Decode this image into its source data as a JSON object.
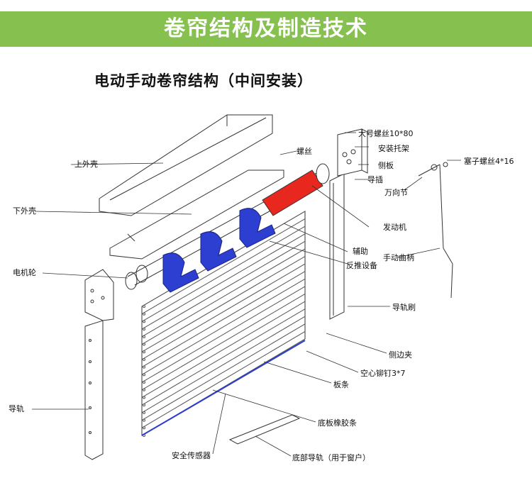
{
  "header": {
    "title": "卷帘结构及制造技术",
    "banner_color": "#86c14f"
  },
  "diagram": {
    "subtitle": "电动手动卷帘结构（中间安装）",
    "accent_motor_color": "#e8271e",
    "accent_bracket_color": "#2d3fd1",
    "labels": {
      "upper_shell": "上外壳",
      "lower_shell": "下外壳",
      "motor_wheel": "电机轮",
      "guide_rail_left": "导轨",
      "screw": "螺丝",
      "large_screw": "大号螺丝10*80",
      "mount_bracket": "安装托架",
      "side_plate": "侧板",
      "guide_insert": "导插",
      "universal_joint": "万向节",
      "plug_screw": "塞子螺丝4*16",
      "motor": "发动机",
      "auxiliary": "辅助",
      "hand_crank": "手动曲柄",
      "anti_push": "反推设备",
      "rail_brush": "导轨刷",
      "side_clip": "侧边夹",
      "hollow_rivet": "空心铆钉3*7",
      "slat": "板条",
      "bottom_rubber": "底板橡胶条",
      "safety_sensor": "安全传感器",
      "bottom_rail": "底部导轨（用于窗户）"
    }
  }
}
